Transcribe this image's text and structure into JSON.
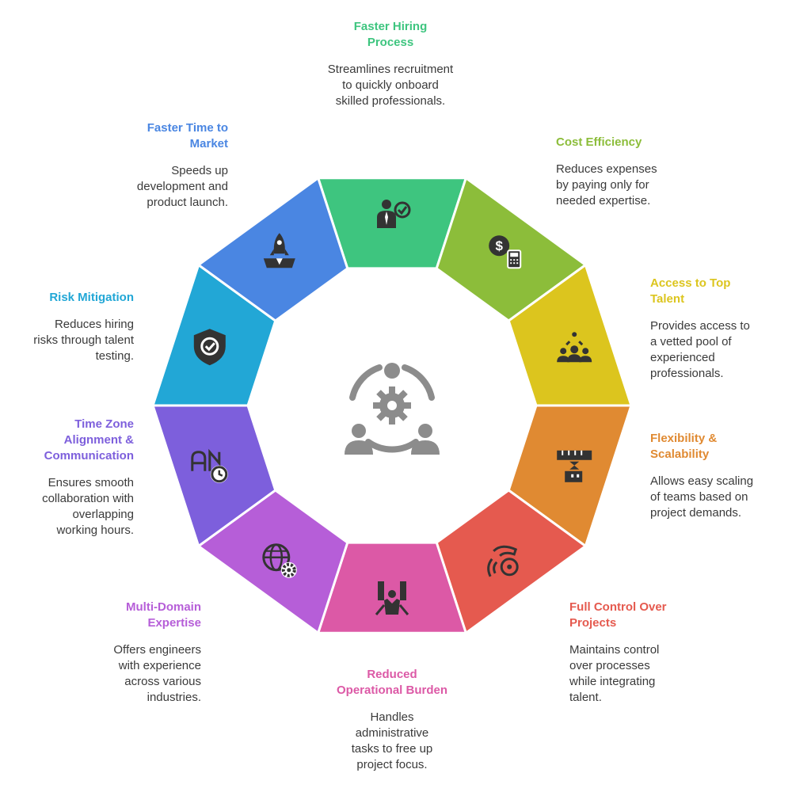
{
  "items": [
    {
      "key": "faster-hiring",
      "title": "Faster Hiring\nProcess",
      "desc": "Streamlines recruitment\nto quickly onboard\nskilled professionals.",
      "color": "#3ec57f",
      "icon": "recruiter-check-icon"
    },
    {
      "key": "cost-efficiency",
      "title": "Cost Efficiency",
      "desc": "Reduces expenses\nby paying only for\nneeded expertise.",
      "color": "#8cbd3a",
      "icon": "coin-calculator-icon"
    },
    {
      "key": "top-talent",
      "title": "Access to Top\nTalent",
      "desc": "Provides access to\na vetted pool of\nexperienced\nprofessionals.",
      "color": "#dcc51e",
      "icon": "talent-pool-icon"
    },
    {
      "key": "flexibility",
      "title": "Flexibility &\nScalability",
      "desc": "Allows easy scaling\nof teams based on\nproject demands.",
      "color": "#e08a32",
      "icon": "ruler-blocks-icon"
    },
    {
      "key": "full-control",
      "title": "Full Control Over\nProjects",
      "desc": "Maintains control\nover processes\nwhile integrating\ntalent.",
      "color": "#e55a4f",
      "icon": "hand-controller-icon"
    },
    {
      "key": "reduced-burden",
      "title": "Reduced\nOperational Burden",
      "desc": "Handles\nadministrative\ntasks to free up\nproject focus.",
      "color": "#dc59a6",
      "icon": "person-lifted-icon"
    },
    {
      "key": "multi-domain",
      "title": "Multi-Domain\nExpertise",
      "desc": "Offers engineers\nwith experience\nacross various\nindustries.",
      "color": "#b65ed8",
      "icon": "globe-gear-icon"
    },
    {
      "key": "time-zone",
      "title": "Time Zone\nAlignment &\nCommunication",
      "desc": "Ensures smooth\ncollaboration with\noverlapping\nworking hours.",
      "color": "#7d5fdc",
      "icon": "translate-clock-icon"
    },
    {
      "key": "risk-mitigation",
      "title": "Risk Mitigation",
      "desc": "Reduces hiring\nrisks through talent\ntesting.",
      "color": "#22a7d6",
      "icon": "shield-check-icon"
    },
    {
      "key": "faster-time",
      "title": "Faster Time to\nMarket",
      "desc": "Speeds up\ndevelopment and\nproduct launch.",
      "color": "#4a86e2",
      "icon": "rocket-launch-icon"
    }
  ],
  "center_icon": "team-gear-icon",
  "center_color": "#8c8c8c"
}
